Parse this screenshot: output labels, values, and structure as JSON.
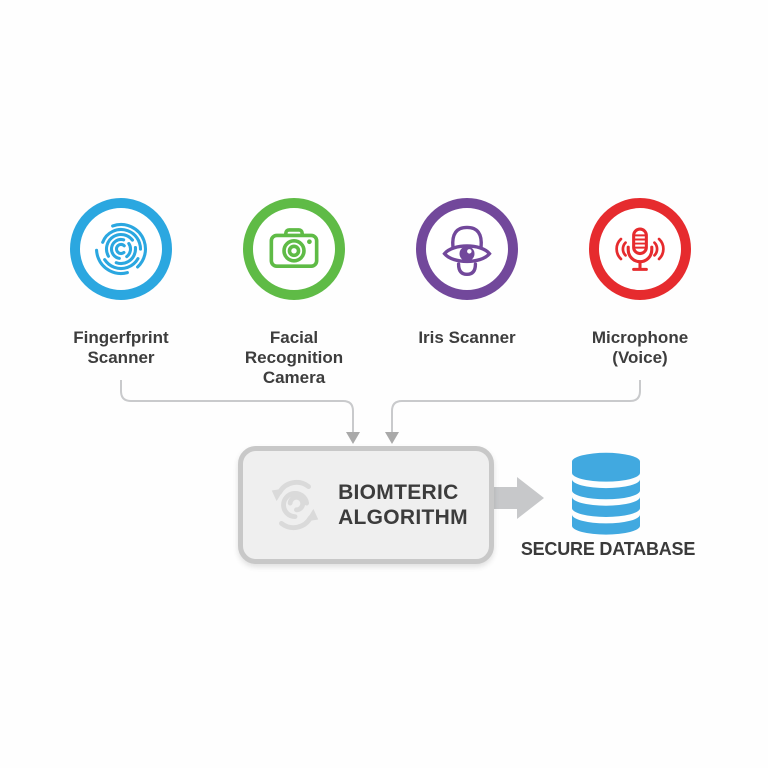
{
  "diagram": {
    "background": "#ffffff",
    "sensors": [
      {
        "name": "fingerprint-scanner",
        "icon": "fingerprint-icon",
        "color": "#2BA7E0",
        "lines": [
          "Fingerfprint",
          "Scanner"
        ]
      },
      {
        "name": "facial-recognition-camera",
        "icon": "camera-icon",
        "color": "#5FBB46",
        "lines": [
          "Facial",
          "Recognition",
          "Camera"
        ]
      },
      {
        "name": "iris-scanner",
        "icon": "eye-icon",
        "color": "#72489B",
        "lines": [
          "Iris Scanner"
        ]
      },
      {
        "name": "microphone-voice",
        "icon": "microphone-icon",
        "color": "#E62B2E",
        "lines": [
          "Microphone",
          "(Voice)"
        ]
      }
    ],
    "processor": {
      "icon": "sync-arrows-icon",
      "lines": [
        "BIOMTERIC",
        "ALGORITHM"
      ],
      "box_fill": "#efefef",
      "box_border": "#c8c8c8"
    },
    "database": {
      "icon": "database-icon",
      "label": "SECURE DATABASE",
      "color": "#41A9E0"
    },
    "connector_color": "#c9cacc",
    "connector_arrowhead_color": "#a9a9a9",
    "flow_arrow_color": "#c7c8ca",
    "text_color": "#3d3d3d"
  }
}
